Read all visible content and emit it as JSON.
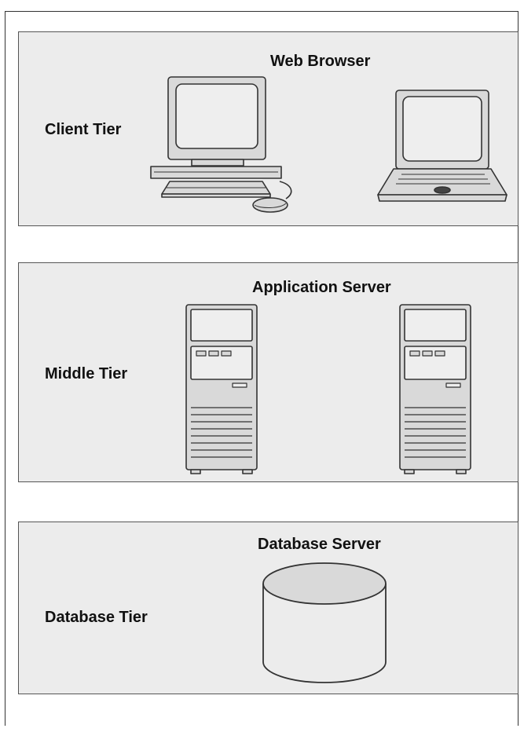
{
  "tiers": [
    {
      "label": "Client Tier",
      "title": "Web Browser"
    },
    {
      "label": "Middle Tier",
      "title": "Application Server"
    },
    {
      "label": "Database Tier",
      "title": "Database Server"
    }
  ],
  "colors": {
    "panel_fill": "#ececec",
    "panel_border": "#555555",
    "device_fill": "#d9d9d9",
    "screen_fill": "#eeeeee",
    "line": "#333333"
  },
  "icons": [
    "desktop-computer-icon",
    "laptop-icon",
    "server-tower-icon",
    "server-tower-icon",
    "database-cylinder-icon"
  ]
}
